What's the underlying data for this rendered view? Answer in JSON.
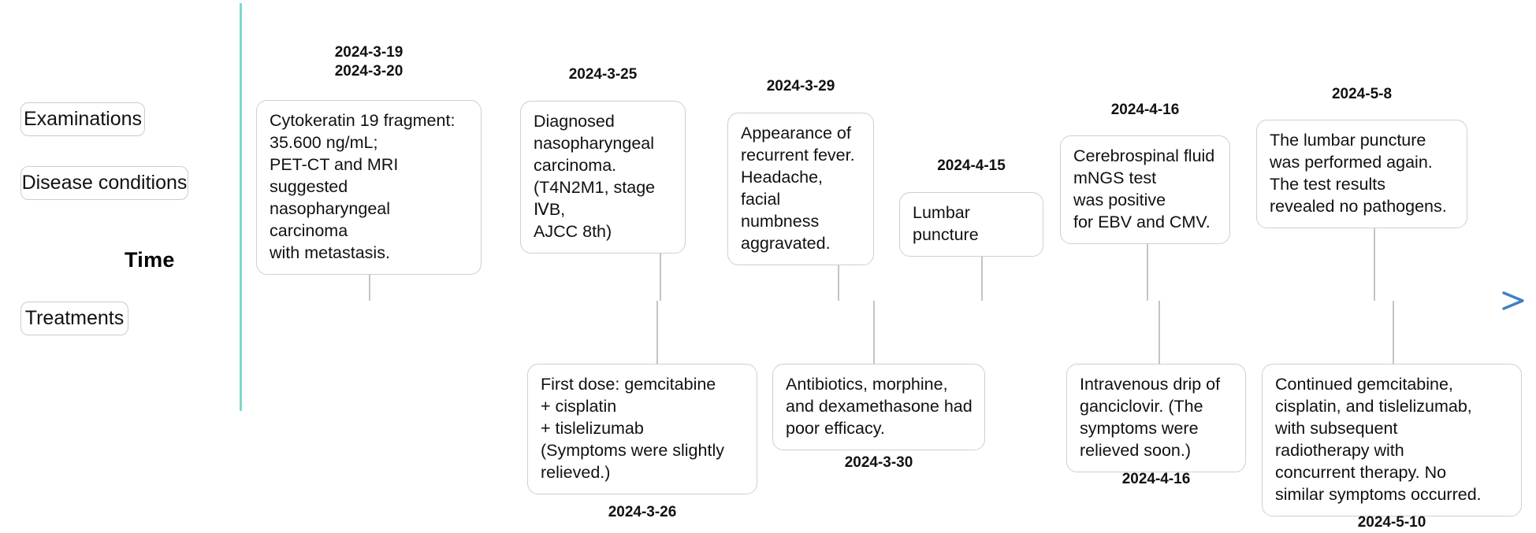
{
  "figure": {
    "type": "timeline",
    "time_axis_label": "Time",
    "axis_colors": {
      "vertical": "#7fd8c8",
      "horizontal_start": "#4dc8b4",
      "horizontal_end": "#3f7fc1"
    },
    "card_border_color": "#cfcfcf",
    "connector_color": "#c4c4c4"
  },
  "categories": [
    {
      "id": "examinations",
      "label": "Examinations"
    },
    {
      "id": "disease-conditions",
      "label": "Disease conditions"
    },
    {
      "id": "treatments",
      "label": "Treatments"
    }
  ],
  "above_axis_events": [
    {
      "date": "2024-3-19\n2024-3-20",
      "text": "Cytokeratin 19 fragment:\n35.600 ng/mL;\nPET-CT and MRI suggested\nnasopharyngeal carcinoma\nwith metastasis."
    },
    {
      "date": "2024-3-25",
      "text": "Diagnosed\nnasopharyngeal\ncarcinoma.\n(T4N2M1, stage ⅣB,\nAJCC 8th)"
    },
    {
      "date": "2024-3-29",
      "text": "Appearance of\nrecurrent fever.\nHeadache, facial\nnumbness\naggravated."
    },
    {
      "date": "2024-4-15",
      "text": "Lumbar puncture"
    },
    {
      "date": "2024-4-16",
      "text": "Cerebrospinal fluid\nmNGS test\nwas positive\nfor EBV and CMV."
    },
    {
      "date": "2024-5-8",
      "text": "The lumbar puncture\nwas performed again.\nThe test results\nrevealed no pathogens."
    }
  ],
  "below_axis_events": [
    {
      "date": "2024-3-26",
      "text": "First dose: gemcitabine\n + cisplatin\n + tislelizumab\n(Symptoms were slightly\nrelieved.)"
    },
    {
      "date": "2024-3-30",
      "text": "Antibiotics, morphine,\nand dexamethasone had\npoor efficacy."
    },
    {
      "date": "2024-4-16",
      "text": "Intravenous drip of\nganciclovir. (The\nsymptoms were\nrelieved soon.)"
    },
    {
      "date": "2024-5-10",
      "text": "Continued gemcitabine,\ncisplatin, and tislelizumab,\nwith subsequent\nradiotherapy with\nconcurrent therapy. No\nsimilar symptoms occurred."
    }
  ]
}
